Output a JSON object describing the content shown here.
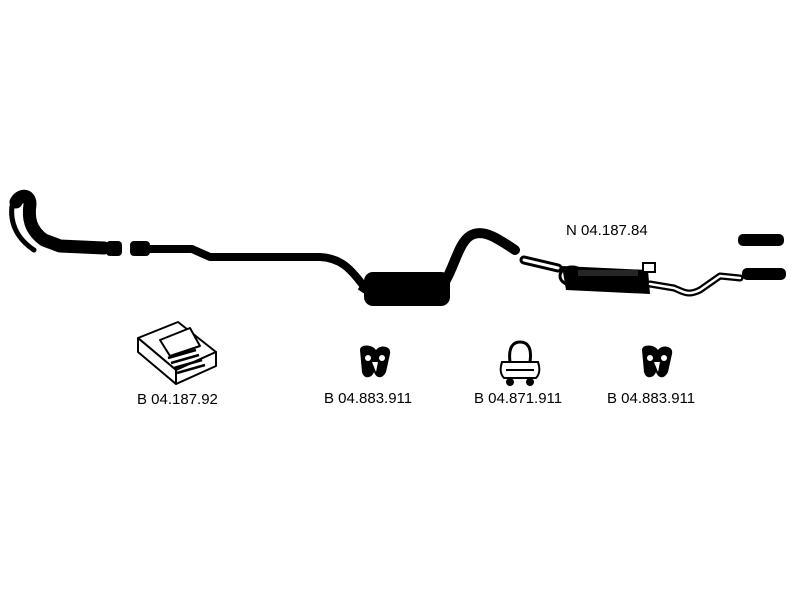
{
  "labels": {
    "rear_silencer": "N 04.187.84",
    "mounting_kit": "B 04.187.92",
    "rubber_hanger_left": "B 04.883.911",
    "clamp": "B 04.871.911",
    "rubber_hanger_right": "B 04.883.911"
  },
  "colors": {
    "ink": "#000000",
    "background": "#ffffff"
  },
  "icons": {
    "front_pipe": "exhaust-front-pipe-icon",
    "middle_silencer": "middle-silencer-icon",
    "rear_silencer": "rear-silencer-icon",
    "tail_pipes": "tail-pipe-icon",
    "mounting_kit": "mounting-kit-box-icon",
    "rubber_hanger": "rubber-hanger-icon",
    "clamp": "pipe-clamp-icon"
  }
}
